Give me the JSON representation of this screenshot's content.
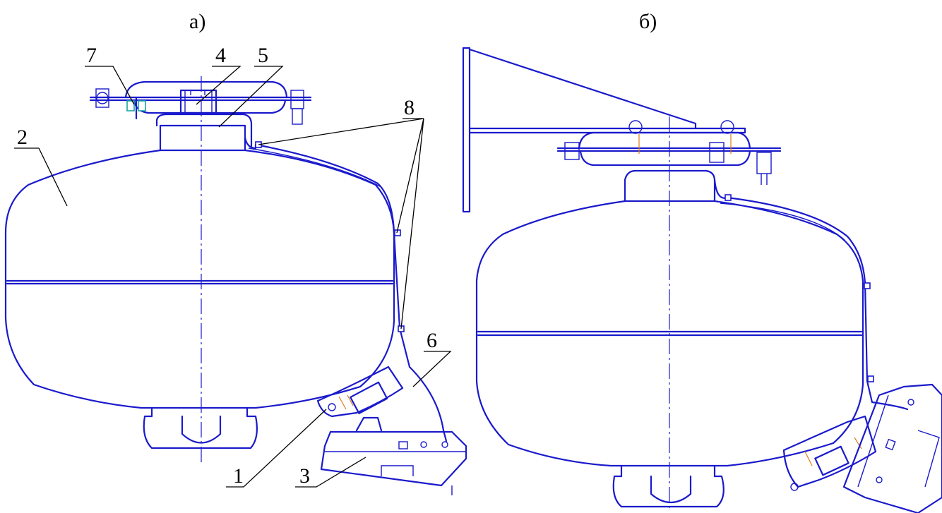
{
  "view_a_label": "а)",
  "view_b_label": "б)",
  "callouts": {
    "c1": "1",
    "c2": "2",
    "c3": "3",
    "c4": "4",
    "c5": "5",
    "c6": "6",
    "c7": "7",
    "c8": "8"
  },
  "colors": {
    "outline": "#1a1acc",
    "leader": "#000000",
    "highlight": "#e07b1a"
  }
}
